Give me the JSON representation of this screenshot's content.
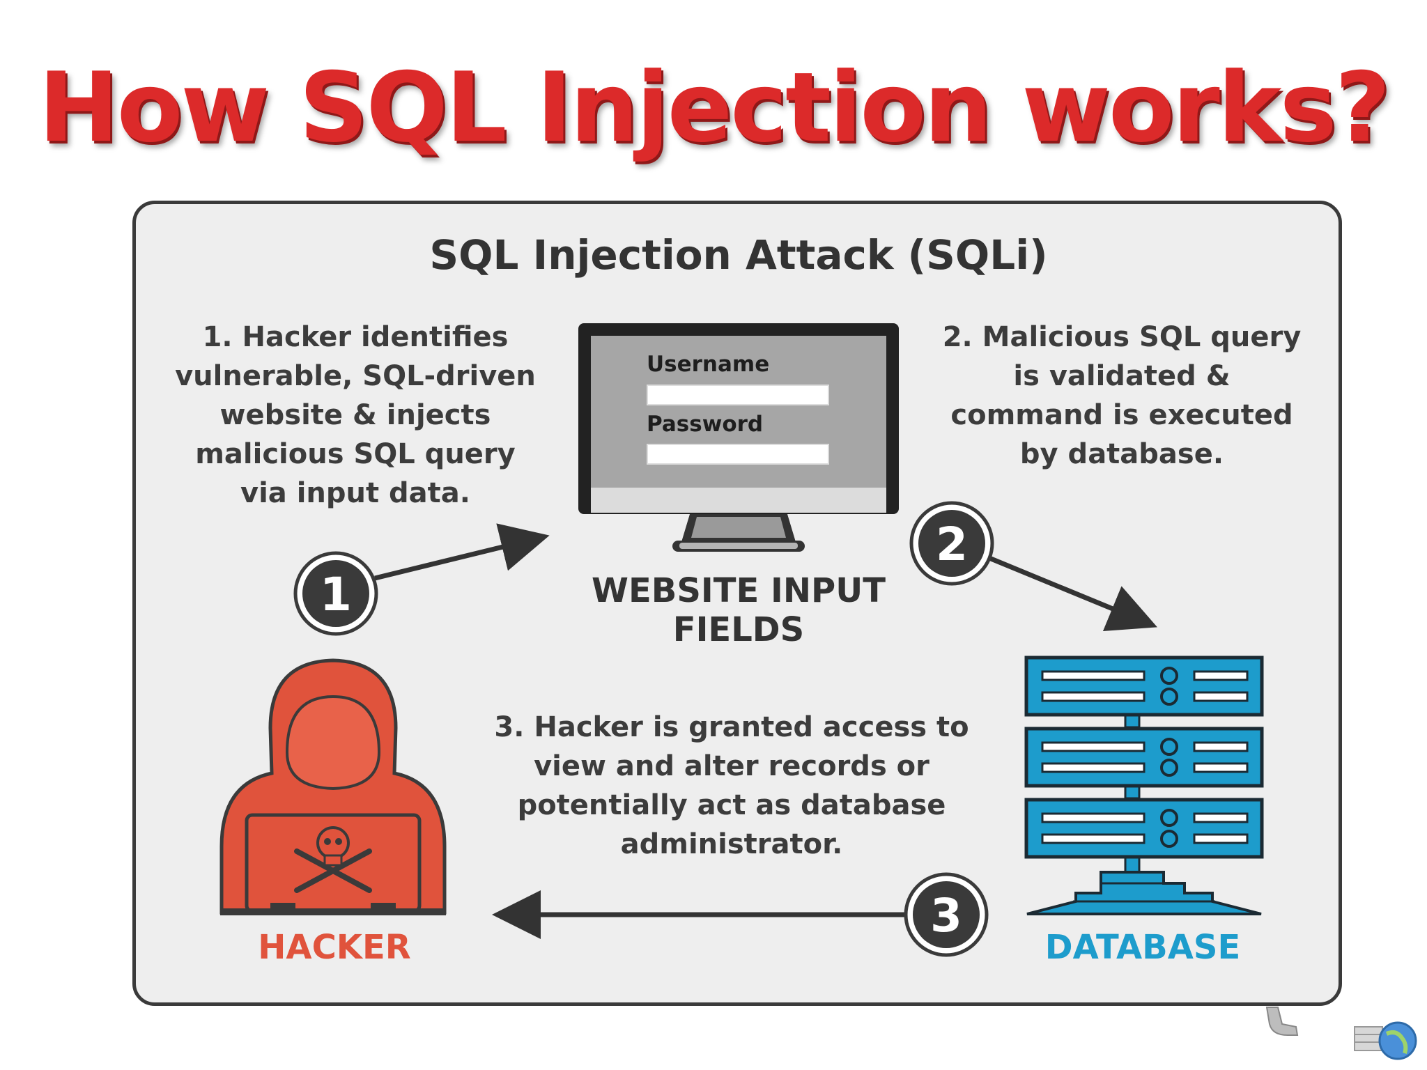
{
  "title": "How SQL Injection works?",
  "panel_title": "SQL Injection Attack (SQLi)",
  "steps": [
    {
      "number": "1",
      "text": "1. Hacker identifies vulnerable, SQL-driven website & injects malicious SQL query via input data."
    },
    {
      "number": "2",
      "text": "2. Malicious SQL query is validated & command is executed by database."
    },
    {
      "number": "3",
      "text": "3. Hacker is granted access to view and alter records or potentially act as database administrator."
    }
  ],
  "website": {
    "label": "WEBSITE INPUT FIELDS",
    "username_label": "Username",
    "password_label": "Password"
  },
  "hacker_label": "HACKER",
  "database_label": "DATABASE",
  "colors": {
    "title_red": "#dc2a2a",
    "hacker_orange": "#e0533c",
    "database_blue": "#1d9ccc",
    "panel_bg": "#eeeeee",
    "dark": "#333333"
  },
  "icons": [
    "monitor-icon",
    "hacker-icon",
    "skull-icon",
    "database-server-icon"
  ]
}
